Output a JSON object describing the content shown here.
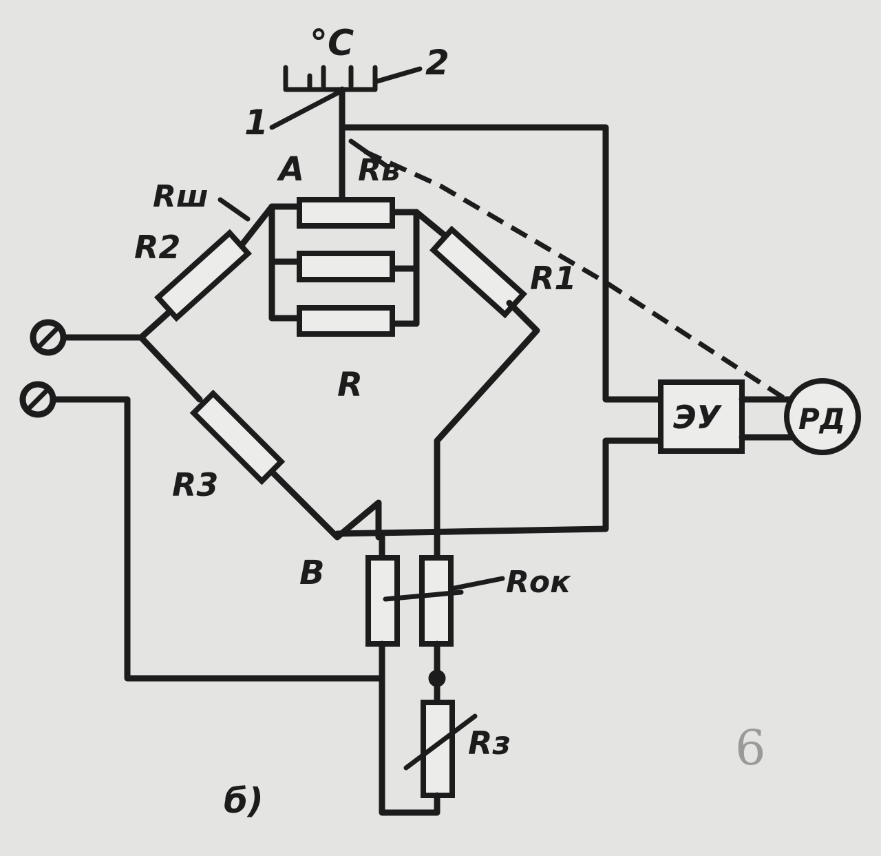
{
  "labels": {
    "degC": "°C",
    "one": "1",
    "two": "2",
    "A": "A",
    "Rsh": "Rш",
    "Rv": "Rв",
    "R2": "R2",
    "R1": "R1",
    "R": "R",
    "R3": "R3",
    "B": "В",
    "Rok": "Rок",
    "Rz": "Rз",
    "EU": "ЭУ",
    "RD": "РД",
    "fig": "б)",
    "hand": "6"
  }
}
